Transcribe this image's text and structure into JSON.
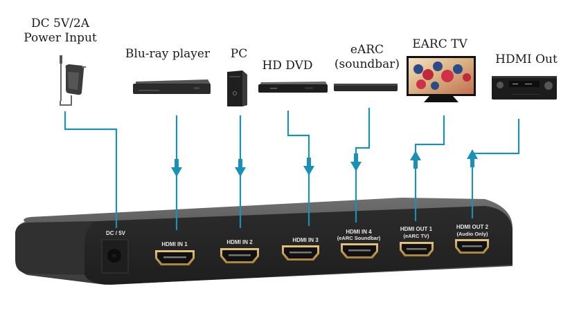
{
  "diagram": {
    "line_color": "#1a8fb8",
    "device_color": "#2b2b2b",
    "sources": [
      {
        "id": "power",
        "label_lines": [
          "DC 5V/2A",
          "Power Input"
        ],
        "icon": "power-adapter-icon",
        "direction": "none"
      },
      {
        "id": "bluray",
        "label_lines": [
          "Blu-ray player"
        ],
        "icon": "bluray-player-icon",
        "direction": "in"
      },
      {
        "id": "pc",
        "label_lines": [
          "PC"
        ],
        "icon": "pc-tower-icon",
        "direction": "in"
      },
      {
        "id": "hddvd",
        "label_lines": [
          "HD DVD"
        ],
        "icon": "dvd-player-icon",
        "direction": "in"
      },
      {
        "id": "soundbar",
        "label_lines": [
          "eARC",
          "(soundbar)"
        ],
        "icon": "soundbar-icon",
        "direction": "in"
      },
      {
        "id": "tv",
        "label_lines": [
          "EARC TV"
        ],
        "icon": "tv-icon",
        "direction": "out"
      },
      {
        "id": "receiver",
        "label_lines": [
          "HDMI Out"
        ],
        "icon": "av-receiver-icon",
        "direction": "out"
      }
    ],
    "ports": [
      {
        "id": "dc",
        "label": "DC / 5V",
        "sub": ""
      },
      {
        "id": "in1",
        "label": "HDMI IN 1",
        "sub": ""
      },
      {
        "id": "in2",
        "label": "HDMI IN 2",
        "sub": ""
      },
      {
        "id": "in3",
        "label": "HDMI IN 3",
        "sub": ""
      },
      {
        "id": "in4",
        "label": "HDMI IN 4",
        "sub": "(eARC Soundbar)"
      },
      {
        "id": "out1",
        "label": "HDMI OUT 1",
        "sub": "(eARC TV)"
      },
      {
        "id": "out2",
        "label": "HDMI OUT 2",
        "sub": "(Audio Only)"
      }
    ]
  }
}
